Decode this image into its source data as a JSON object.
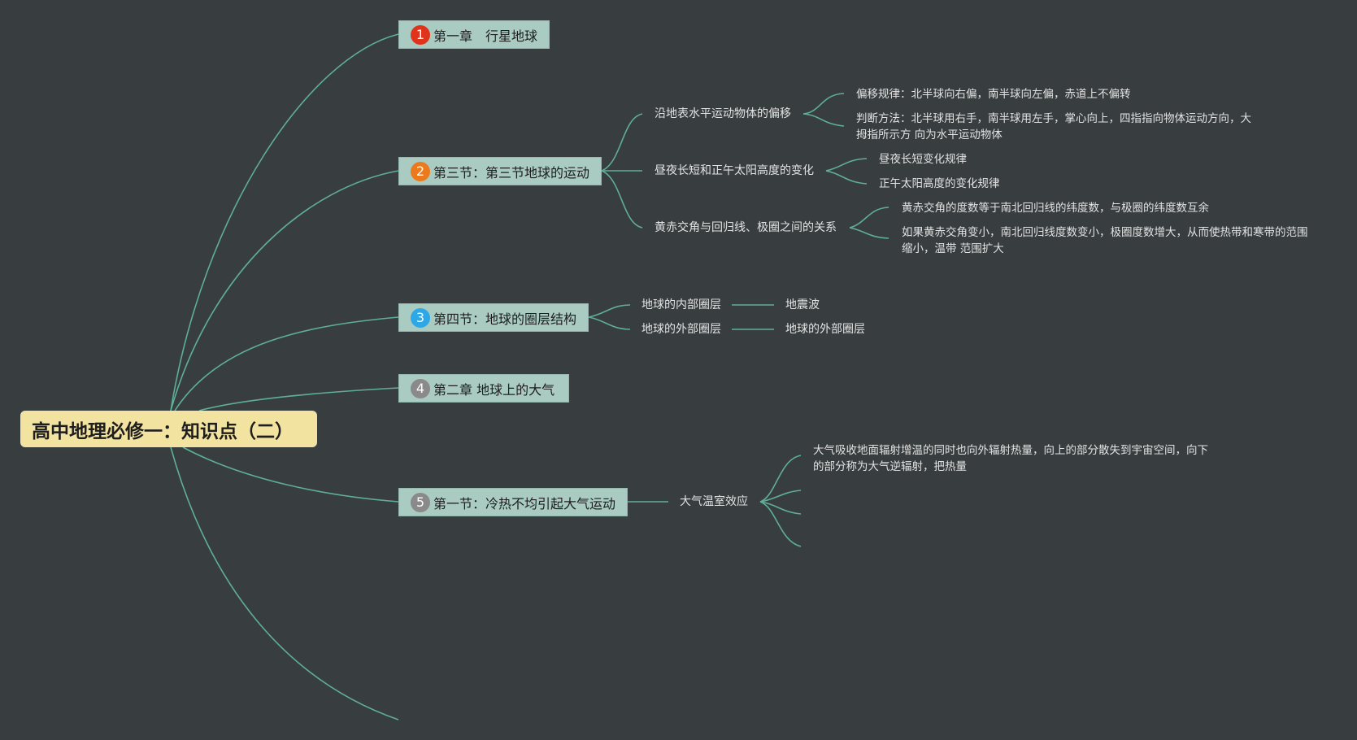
{
  "root": {
    "label": "高中地理必修一：知识点（二）"
  },
  "colors": {
    "background": "#383e40",
    "link": "#5fae98",
    "root_fill": "#f3e3a0",
    "topic_fill": "#a9cbc1",
    "badge_1": "#e0331c",
    "badge_2": "#ec7a1c",
    "badge_3": "#2da7e6",
    "badge_4": "#8a8a8a",
    "badge_5": "#8a8a8a"
  },
  "topics": [
    {
      "num": "1",
      "label": "第一章　行星地球"
    },
    {
      "num": "2",
      "label": "第三节：第三节地球的运动",
      "children": [
        {
          "label": "沿地表水平运动物体的偏移",
          "leaves": [
            "偏移规律：北半球向右偏，南半球向左偏，赤道上不偏转",
            "判断方法：北半球用右手，南半球用左手，掌心向上，四指指向物体运动方向，大拇指所示方 向为水平运动物体"
          ]
        },
        {
          "label": "昼夜长短和正午太阳高度的变化",
          "leaves": [
            "昼夜长短变化规律",
            "正午太阳高度的变化规律"
          ]
        },
        {
          "label": "黄赤交角与回归线、极圈之间的关系",
          "leaves": [
            "黄赤交角的度数等于南北回归线的纬度数，与极圈的纬度数互余",
            "如果黄赤交角变小，南北回归线度数变小，极圈度数增大，从而使热带和寒带的范围缩小，温带 范围扩大"
          ]
        }
      ]
    },
    {
      "num": "3",
      "label": "第四节：地球的圈层结构",
      "children": [
        {
          "label": "地球的内部圈层",
          "leaves": [
            "地震波"
          ]
        },
        {
          "label": "地球的外部圈层",
          "leaves": [
            "地球的外部圈层"
          ]
        }
      ]
    },
    {
      "num": "4",
      "label": "第二章  地球上的大气"
    },
    {
      "num": "5",
      "label": "第一节：冷热不均引起大气运动",
      "children": [
        {
          "label": "大气温室效应",
          "leaves": [
            "大气吸收地面辐射增温的同时也向外辐射热量，向上的部分散失到宇宙空间，向下的部分称为大气逆辐射，把热量"
          ]
        }
      ]
    }
  ]
}
